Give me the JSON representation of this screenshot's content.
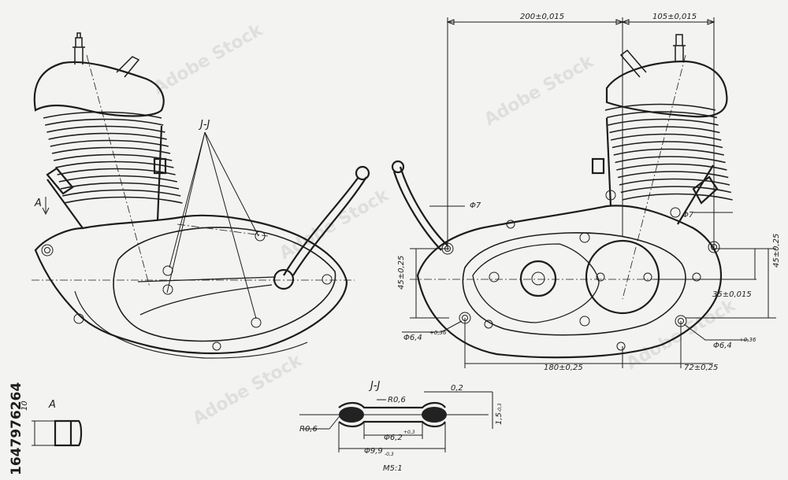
{
  "drawing": {
    "section_label_top": "J-J",
    "section_label_detail": "J-J",
    "view_label_arrow": "A",
    "view_label_detail": "A",
    "scale_note": "M5:1",
    "stock_id": "1647976264",
    "watermark": "Adobe Stock"
  },
  "dimensions": {
    "top_left": "200±0,015",
    "top_right": "105±0,015",
    "phi7_left": "Φ7",
    "phi7_right": "Φ7",
    "left_vertical": "45±0,25",
    "right_vertical": "45±0,25",
    "right_small": "35±0,015",
    "phi64_left": "Φ6,4",
    "phi64_left_tol": "+0,36",
    "phi64_right": "Φ6,4",
    "phi64_right_tol": "+0,36",
    "bottom_left": "180±0,25",
    "bottom_right": "72±0,25",
    "detail_r_top": "R0,6",
    "detail_r_left": "R0,6",
    "detail_02": "0,2",
    "detail_15": "1,5",
    "detail_15_tol": "-0,3",
    "detail_phi62": "Φ6,2",
    "detail_phi62_tol": "+0,3",
    "detail_phi99": "Φ9,9",
    "detail_phi99_tol": "-0,3",
    "detail_a_10": "10"
  }
}
